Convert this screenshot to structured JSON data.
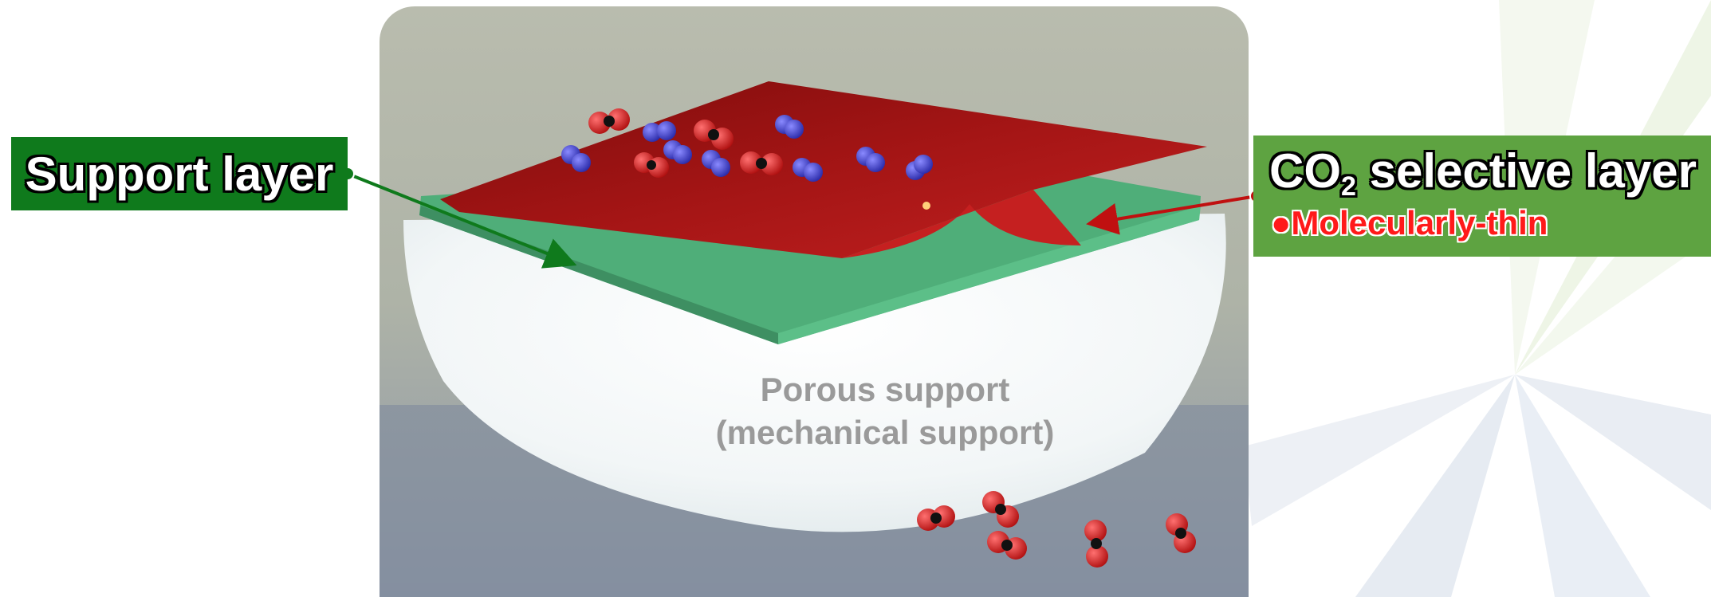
{
  "labels": {
    "support_layer": "Support layer",
    "co2_prefix": "CO",
    "co2_subscript": "2",
    "co2_suffix": " selective layer",
    "molecularly_thin_bullet": "●",
    "molecularly_thin": "Molecularly-thin",
    "porous_line1": "Porous support",
    "porous_line2": "(mechanical support)"
  },
  "colors": {
    "support_box": "#0f7a1c",
    "co2_box": "#5ea341",
    "selective_layer": "#a01414",
    "support_layer_slab": "#4fae79",
    "arrow_green": "#0f7a1c",
    "arrow_red": "#c01010",
    "molecule_blue": "#3b3bc8",
    "molecule_red": "#d01818"
  }
}
